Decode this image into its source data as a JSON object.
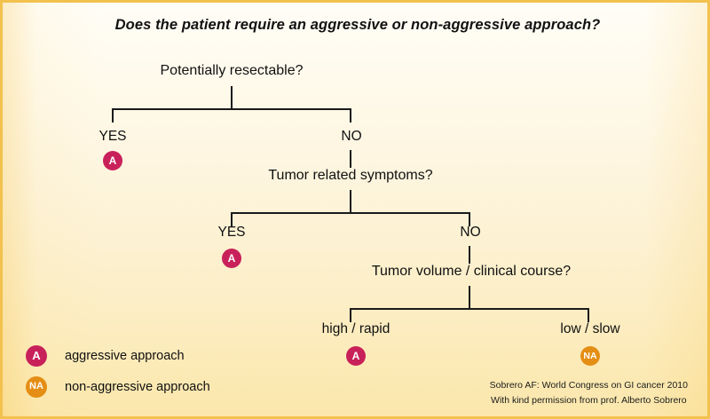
{
  "slide": {
    "title": "Does the patient require an aggressive or non-aggressive approach?",
    "border_color": "#f2c14e",
    "background_top": "#fffdf7",
    "background_bottom": "#fbe7ab"
  },
  "palette": {
    "aggressive": "#c8215a",
    "non_aggressive": "#e58e15",
    "line": "#1a1a1a",
    "text": "#101010"
  },
  "tree": {
    "root": {
      "question": "Potentially resectable?"
    },
    "level1": {
      "yes_label": "YES",
      "yes_badge": "A",
      "no_label": "NO",
      "question": "Tumor related symptoms?"
    },
    "level2": {
      "yes_label": "YES",
      "yes_badge": "A",
      "no_label": "NO",
      "question": "Tumor volume / clinical course?"
    },
    "level3": {
      "left_label": "high / rapid",
      "left_badge": "A",
      "right_label": "low / slow",
      "right_badge": "NA"
    }
  },
  "legend": {
    "items": [
      {
        "badge": "A",
        "text": "aggressive approach",
        "color": "#c8215a"
      },
      {
        "badge": "NA",
        "text": "non-aggressive approach",
        "color": "#e58e15"
      }
    ]
  },
  "footer": {
    "line1": "Sobrero AF: World Congress on GI cancer 2010",
    "line2": "With kind permission from prof. Alberto Sobrero"
  }
}
